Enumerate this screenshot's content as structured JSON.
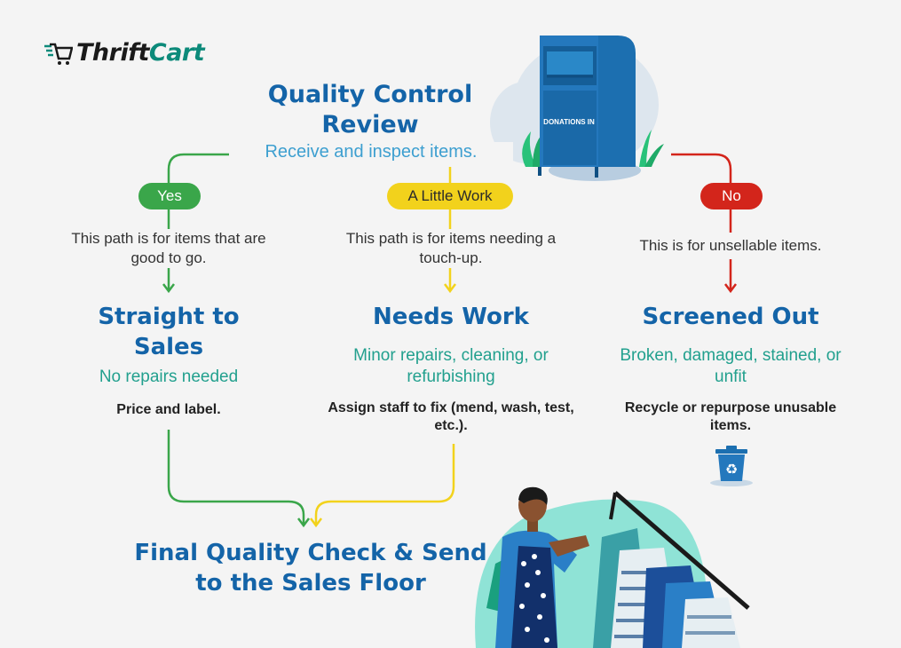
{
  "logo": {
    "part1": "Thrift",
    "part2": "Cart"
  },
  "header": {
    "title": "Quality Control Review",
    "subtitle": "Receive and inspect items."
  },
  "bin": {
    "label": "DONATIONS IN"
  },
  "branches": [
    {
      "pill": "Yes",
      "description": "This path is for items that are good to go.",
      "title": "Straight to Sales",
      "subtitle": "No repairs needed",
      "action": "Price and label."
    },
    {
      "pill": "A Little Work",
      "description": "This path is for items needing a touch-up.",
      "title": "Needs Work",
      "subtitle": "Minor repairs, cleaning, or refurbishing",
      "action": "Assign staff to fix (mend, wash, test, etc.)."
    },
    {
      "pill": "No",
      "description": "This is for unsellable items.",
      "title": "Screened Out",
      "subtitle": "Broken, damaged, stained, or unfit",
      "action": "Recycle or repurpose unusable items."
    }
  ],
  "final": {
    "title": "Final Quality Check & Send to the Sales Floor"
  },
  "colors": {
    "yes": "#3aa64a",
    "work": "#f2d21c",
    "no": "#d3251b",
    "title_blue": "#1464a8",
    "teal": "#22a08e"
  },
  "icons": [
    "cart-logo-icon",
    "donation-bin-icon",
    "recycle-bin-icon",
    "staff-at-clothes-rack-illustration"
  ]
}
